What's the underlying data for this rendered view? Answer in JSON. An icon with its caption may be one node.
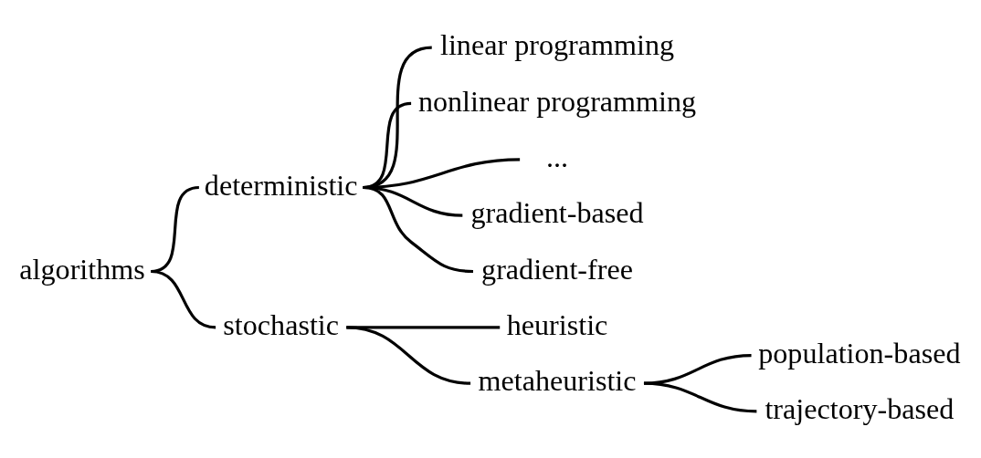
{
  "diagram": {
    "nodes": [
      {
        "text": [
          "algorithms"
        ]
      },
      {
        "text": [
          "deterministic"
        ]
      },
      {
        "text": [
          "linear programming"
        ]
      },
      {
        "text": [
          "nonlinear programming"
        ]
      },
      {
        "text": [
          "..."
        ]
      },
      {
        "text": [
          "gradient-based"
        ]
      },
      {
        "text": [
          "gradient-free"
        ]
      },
      {
        "text": [
          "stochastic"
        ]
      },
      {
        "text": [
          "heuristic"
        ]
      },
      {
        "text": [
          "metaheuristic"
        ]
      },
      {
        "text": [
          "population-based"
        ]
      },
      {
        "text": [
          "trajectory-based"
        ]
      }
    ],
    "edges": [
      {
        "from": 0,
        "to": 1,
        "arrow": "none"
      },
      {
        "from": 0,
        "to": 7,
        "arrow": "none"
      },
      {
        "from": 1,
        "to": 2,
        "arrow": "none"
      },
      {
        "from": 1,
        "to": 3,
        "arrow": "none"
      },
      {
        "from": 1,
        "to": 4,
        "arrow": "none"
      },
      {
        "from": 1,
        "to": 5,
        "arrow": "none"
      },
      {
        "from": 1,
        "to": 6,
        "arrow": "none"
      },
      {
        "from": 7,
        "to": 8,
        "arrow": "none"
      },
      {
        "from": 7,
        "to": 9,
        "arrow": "none"
      },
      {
        "from": 9,
        "to": 10,
        "arrow": "none"
      },
      {
        "from": 9,
        "to": 11,
        "arrow": "none"
      }
    ]
  }
}
